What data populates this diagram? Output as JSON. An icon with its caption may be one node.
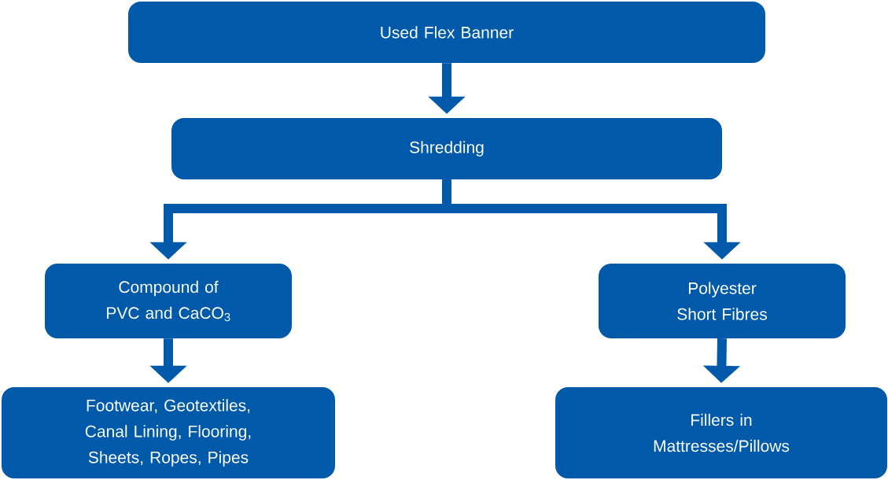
{
  "diagram": {
    "nodes": [
      {
        "text": [
          "Used Flex Banner"
        ]
      },
      {
        "text": [
          "Shredding"
        ]
      },
      {
        "text": [
          "Compound of PVC and CaCO$_{3}$"
        ]
      },
      {
        "text": [
          "Polyester Short Fibres"
        ]
      },
      {
        "text": [
          "Footwear, Geotextiles, Canal Lining, Flooring, Sheets, Ropes, Pipes"
        ]
      },
      {
        "text": [
          "Fillers in Mattresses/Pillows"
        ]
      }
    ],
    "edges": [
      {
        "from": 0,
        "to": 1,
        "arrow": "to"
      },
      {
        "from": 1,
        "to": 2,
        "arrow": "to"
      },
      {
        "from": 1,
        "to": 3,
        "arrow": "to"
      },
      {
        "from": 2,
        "to": 4,
        "arrow": "to"
      },
      {
        "from": 3,
        "to": 5,
        "arrow": "to"
      }
    ]
  }
}
